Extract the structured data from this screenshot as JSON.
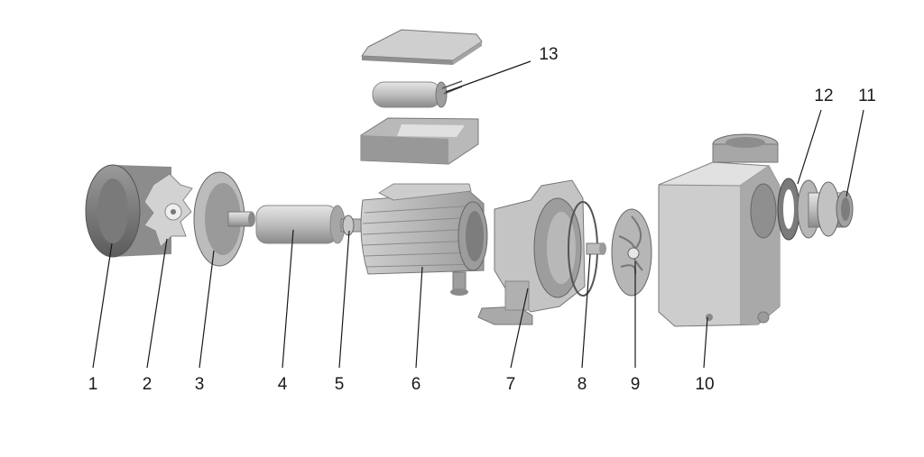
{
  "diagram": {
    "type": "exploded-view",
    "callout_color": "#1a1a1a",
    "part_fill_light": "#d8d8d8",
    "part_fill_mid": "#a9a9a9",
    "part_fill_dark": "#6e6e6e",
    "callouts": [
      {
        "id": "1",
        "text": "1"
      },
      {
        "id": "2",
        "text": "2"
      },
      {
        "id": "3",
        "text": "3"
      },
      {
        "id": "4",
        "text": "4"
      },
      {
        "id": "5",
        "text": "5"
      },
      {
        "id": "6",
        "text": "6"
      },
      {
        "id": "7",
        "text": "7"
      },
      {
        "id": "8",
        "text": "8"
      },
      {
        "id": "9",
        "text": "9"
      },
      {
        "id": "10",
        "text": "10"
      },
      {
        "id": "11",
        "text": "11"
      },
      {
        "id": "12",
        "text": "12"
      },
      {
        "id": "13",
        "text": "13"
      }
    ]
  }
}
